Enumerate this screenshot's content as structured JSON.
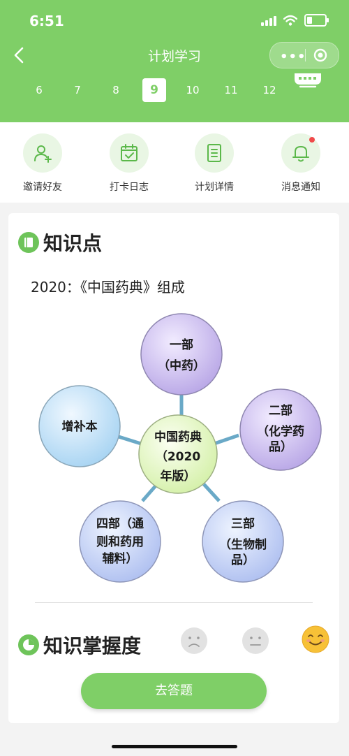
{
  "status_bar": {
    "time": "6:51"
  },
  "nav": {
    "title": "计划学习",
    "more_icon": "more-dots-icon",
    "close_icon": "target-circle-icon"
  },
  "dates": {
    "items": [
      "6",
      "7",
      "8",
      "9",
      "10",
      "11",
      "12"
    ],
    "selected": "9"
  },
  "actions": [
    {
      "label": "邀请好友",
      "icon": "add-user-icon"
    },
    {
      "label": "打卡日志",
      "icon": "calendar-check-icon"
    },
    {
      "label": "计划详情",
      "icon": "document-icon"
    },
    {
      "label": "消息通知",
      "icon": "bell-icon",
      "badge": true
    }
  ],
  "knowledge": {
    "title": "知识点",
    "subtitle": "2020：《中国药典》组成",
    "diagram": {
      "center": [
        "中国药典",
        "（2020",
        "年版）"
      ],
      "nodes": [
        {
          "lines": [
            "一部",
            "（中药）"
          ]
        },
        {
          "lines": [
            "二部",
            "（化学药",
            "品）"
          ]
        },
        {
          "lines": [
            "三部",
            "（生物制",
            "品）"
          ]
        },
        {
          "lines": [
            "四部（通",
            "则和药用",
            "辅料）"
          ]
        },
        {
          "lines": [
            "增补本"
          ]
        }
      ]
    }
  },
  "mastery": {
    "title": "知识掌握度",
    "faces": [
      "sad-face-icon",
      "neutral-face-icon",
      "happy-face-icon"
    ],
    "selected": "happy-face-icon"
  },
  "answer_button": {
    "label": "去答题"
  },
  "colors": {
    "primary": "#7fcf67",
    "icon_bg": "#e9f6e4",
    "badge": "#f04a4a"
  }
}
